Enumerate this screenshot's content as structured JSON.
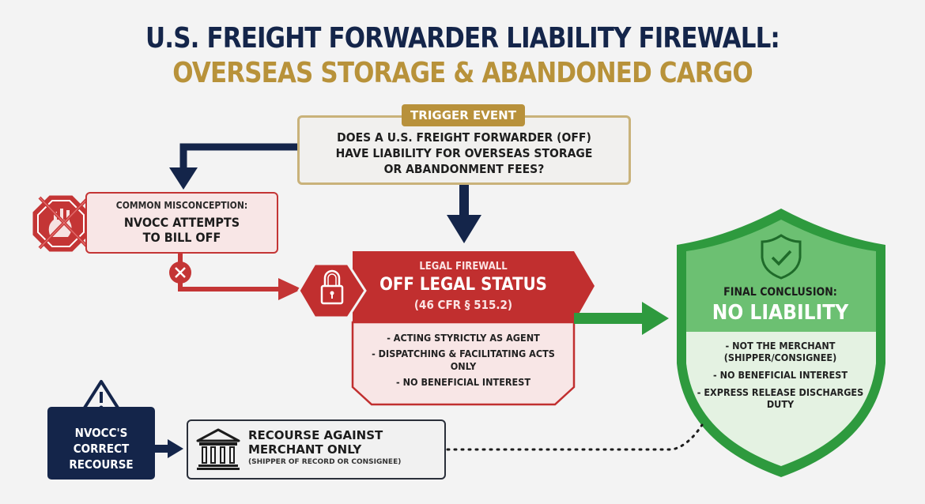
{
  "header": {
    "title_line1": "U.S. FREIGHT FORWARDER LIABILITY FIREWALL:",
    "title_line2": "OVERSEAS STORAGE & ABANDONED CARGO"
  },
  "trigger": {
    "badge": "TRIGGER EVENT",
    "question_lines": [
      "DOES A U.S. FREIGHT FORWARDER (OFF)",
      "HAVE LIABILITY FOR OVERSEAS STORAGE",
      "OR ABANDONMENT FEES?"
    ]
  },
  "misconception": {
    "label": "COMMON MISCONCEPTION:",
    "text_lines": [
      "NVOCC ATTEMPTS",
      "TO BILL OFF"
    ],
    "icon": "crossed-out-stop-hand-icon",
    "path_icon": "x-circle-icon"
  },
  "firewall": {
    "label": "LEGAL FIREWALL",
    "title": "OFF LEGAL STATUS",
    "citation": "(46 CFR § 515.2)",
    "icon": "padlock-icon",
    "points": [
      "- ACTING STYRICTLY AS AGENT",
      "- DISPATCHING & FACILITATING ACTS ONLY",
      "- NO BENEFICIAL INTEREST"
    ]
  },
  "conclusion": {
    "label": "FINAL CONCLUSION:",
    "title": "NO LIABILITY",
    "icon": "shield-check-icon",
    "points": [
      "- NOT THE MERCHANT (SHIPPER/CONSIGNEE)",
      "- NO BENEFICIAL INTEREST",
      "- EXPRESS RELEASE DISCHARGES DUTY"
    ]
  },
  "recourse": {
    "label_lines": [
      "NVOCC'S",
      "CORRECT",
      "RECOURSE"
    ],
    "warning_icon": "warning-triangle-icon",
    "bank_icon": "courthouse-icon",
    "title_lines": [
      "RECOURSE AGAINST",
      "MERCHANT ONLY"
    ],
    "subtitle": "(SHIPPER OF RECORD OR CONSIGNEE)"
  },
  "colors": {
    "navy": "#14254a",
    "gold": "#b8923a",
    "red": "#c43535",
    "green": "#2e9a3e",
    "light_green": "#6cc072"
  }
}
